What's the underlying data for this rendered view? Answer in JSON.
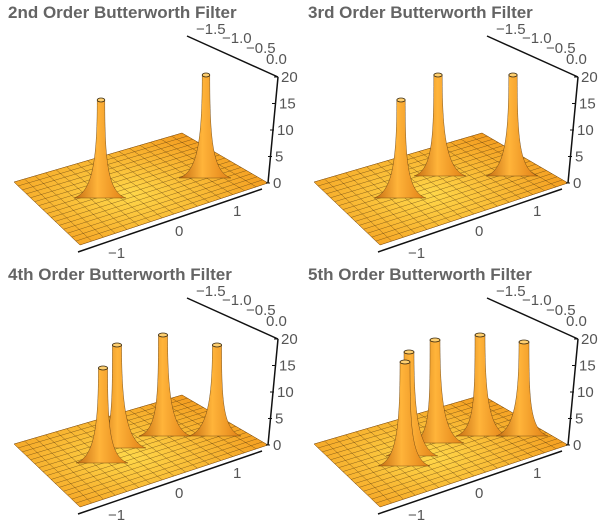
{
  "chart_data": [
    {
      "type": "surface3d",
      "title": "2nd Order Butterworth Filter",
      "order": 2,
      "peaks": 2,
      "x_ticks": [
        "−1",
        "0",
        "1"
      ],
      "y_ticks": [
        "−1.5",
        "−1.0",
        "−0.5",
        "0.0"
      ],
      "z_ticks": [
        "0",
        "5",
        "10",
        "15",
        "20"
      ],
      "zlim": [
        0,
        20
      ]
    },
    {
      "type": "surface3d",
      "title": "3rd Order Butterworth Filter",
      "order": 3,
      "peaks": 3,
      "x_ticks": [
        "−1",
        "0",
        "1"
      ],
      "y_ticks": [
        "−1.5",
        "−1.0",
        "−0.5",
        "0.0"
      ],
      "z_ticks": [
        "0",
        "5",
        "10",
        "15",
        "20"
      ],
      "zlim": [
        0,
        20
      ]
    },
    {
      "type": "surface3d",
      "title": "4th Order Butterworth Filter",
      "order": 4,
      "peaks": 4,
      "x_ticks": [
        "−1",
        "0",
        "1"
      ],
      "y_ticks": [
        "−1.5",
        "−1.0",
        "−0.5",
        "0.0"
      ],
      "z_ticks": [
        "0",
        "5",
        "10",
        "15",
        "20"
      ],
      "zlim": [
        0,
        20
      ]
    },
    {
      "type": "surface3d",
      "title": "5th Order Butterworth Filter",
      "order": 5,
      "peaks": 5,
      "x_ticks": [
        "−1",
        "0",
        "1"
      ],
      "y_ticks": [
        "−1.5",
        "−1.0",
        "−0.5",
        "0.0"
      ],
      "z_ticks": [
        "0",
        "5",
        "10",
        "15",
        "20"
      ],
      "zlim": [
        0,
        20
      ]
    }
  ],
  "colors": {
    "surface": "#f39a1e",
    "surface_light": "#ffd84a",
    "mesh": "#5a3a10",
    "axis": "#111111",
    "title": "#646464"
  }
}
